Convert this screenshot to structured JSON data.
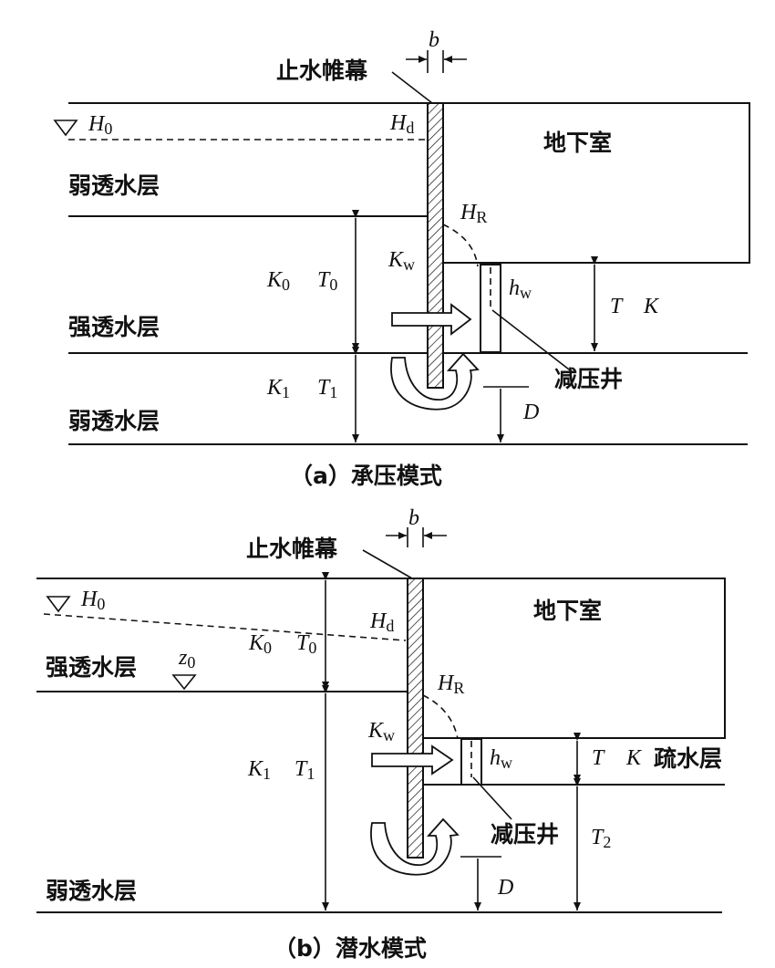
{
  "panel_a": {
    "caption": "（a）承压模式",
    "curtain_label": "止水帷幕",
    "basement_label": "地下室",
    "well_label": "减压井",
    "layer_top": "弱透水层",
    "layer_mid": "强透水层",
    "layer_bottom": "弱透水层",
    "sym_b": "b",
    "sym_H": "H",
    "sub_0": "0",
    "sym_Hd": "H",
    "sub_d": "d",
    "sym_HR": "H",
    "sub_R": "R",
    "sym_Kw": "K",
    "sub_w": "w",
    "sym_hw": "h",
    "sub_hw": "w",
    "sym_K0": "K",
    "sub_K0": "0",
    "sym_T0": "T",
    "sub_T0": "0",
    "sym_K1": "K",
    "sub_K1": "1",
    "sym_T1": "T",
    "sub_T1": "1",
    "sym_T": "T",
    "sym_K": "K",
    "sym_D": "D"
  },
  "panel_b": {
    "caption": "（b）潜水模式",
    "curtain_label": "止水帷幕",
    "basement_label": "地下室",
    "well_label": "减压井",
    "layer_mid": "强透水层",
    "layer_bottom": "弱透水层",
    "drain_label": "疏水层",
    "sym_b": "b",
    "sym_H": "H",
    "sub_0": "0",
    "sym_Hd": "H",
    "sub_d": "d",
    "sym_HR": "H",
    "sub_R": "R",
    "sym_Kw": "K",
    "sub_w": "w",
    "sym_hw": "h",
    "sub_hw": "w",
    "sym_K0": "K",
    "sub_K0": "0",
    "sym_T0": "T",
    "sub_T0": "0",
    "sym_K1": "K",
    "sub_K1": "1",
    "sym_T1": "T",
    "sub_T1": "1",
    "sym_z": "z",
    "sub_z": "0",
    "sym_T": "T",
    "sym_K": "K",
    "sym_T2": "T",
    "sub_T2": "2",
    "sym_D": "D"
  }
}
